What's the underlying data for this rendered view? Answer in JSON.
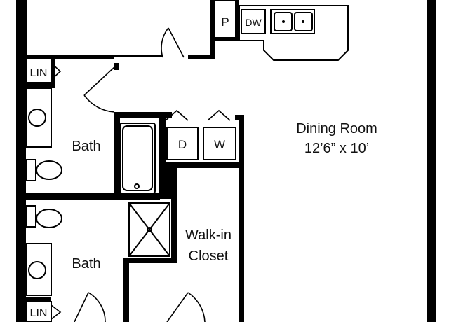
{
  "rooms": {
    "dining": {
      "name": "Dining Room",
      "size": "12’6” x 10’"
    },
    "bath_top": {
      "name": "Bath"
    },
    "bath_bottom": {
      "name": "Bath"
    },
    "closet": {
      "name_line1": "Walk-in",
      "name_line2": "Closet"
    }
  },
  "fixtures": {
    "pantry": "P",
    "dishwasher": "DW",
    "dryer": "D",
    "washer": "W",
    "linen_top": "LIN",
    "linen_bottom": "LIN"
  },
  "colors": {
    "wall": "#000000",
    "background": "#ffffff"
  }
}
